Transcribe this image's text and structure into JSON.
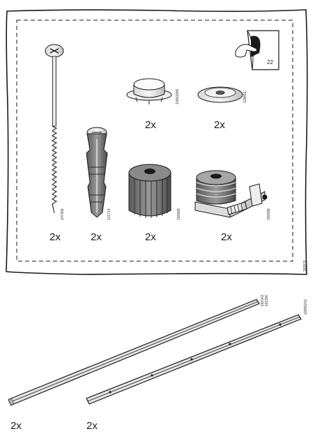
{
  "bag": {
    "booklet_page_number": "22",
    "items": [
      {
        "name": "wood-screw",
        "part_number": "147908",
        "quantity": "2x"
      },
      {
        "name": "wall-anchor",
        "part_number": "121714",
        "quantity": "2x"
      },
      {
        "name": "glide-pad",
        "part_number": "10051905",
        "quantity": "2x"
      },
      {
        "name": "felt-pad",
        "part_number": "128816",
        "quantity": "2x"
      },
      {
        "name": "adjustable-foot",
        "part_number": "150589",
        "quantity": "2x"
      },
      {
        "name": "foot-bracket",
        "part_number": "150588",
        "quantity": "2x"
      }
    ],
    "bag_number": "393576"
  },
  "rails": [
    {
      "name": "rail-long",
      "part_number_1": "192163",
      "part_number_2": "192356",
      "quantity": "2x"
    },
    {
      "name": "rail-strip",
      "part_number": "10055242",
      "quantity": "2x"
    }
  ],
  "colors": {
    "ink": "#1a1a1a",
    "fill": "#e8e8e8",
    "shade": "#9a9a9a"
  }
}
